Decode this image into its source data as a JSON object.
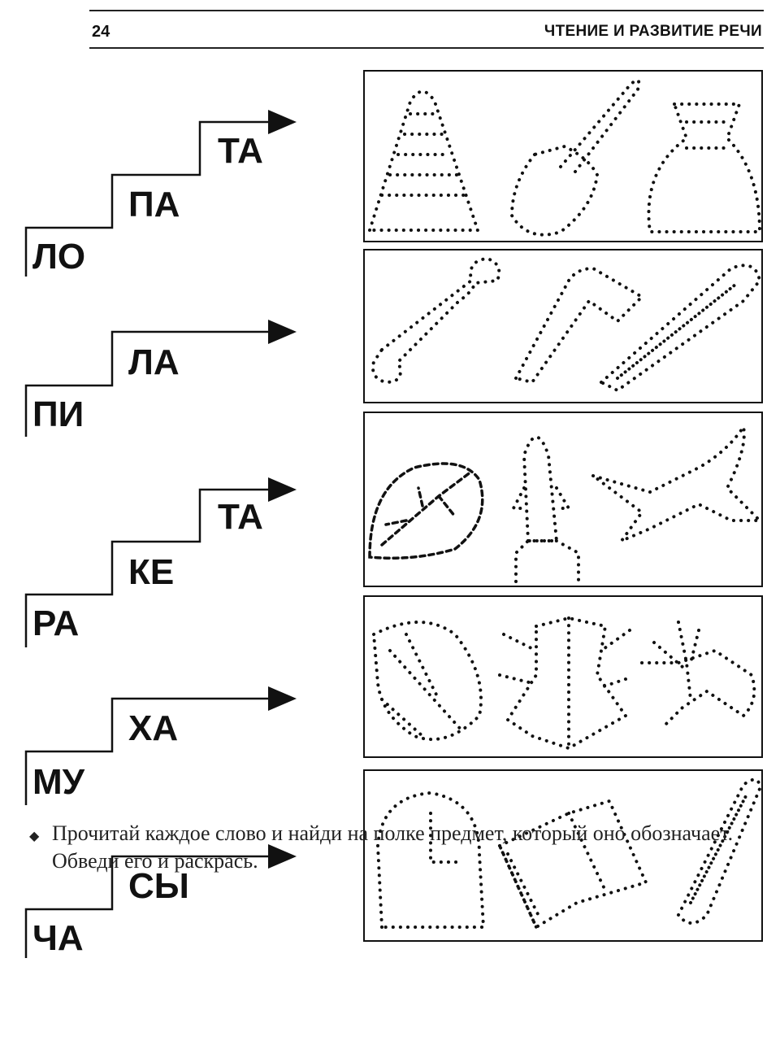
{
  "header": {
    "page_number": "24",
    "section_title": "ЧТЕНИЕ И РАЗВИТИЕ РЕЧИ"
  },
  "words": [
    {
      "syllables": [
        "ЛО",
        "ПА",
        "ТА"
      ],
      "pictures": [
        "pyramid-dotted",
        "shovel-dotted",
        "vase-dotted"
      ]
    },
    {
      "syllables": [
        "ПИ",
        "ЛА"
      ],
      "pictures": [
        "wrench-dotted",
        "axe-dotted",
        "saw-dotted"
      ]
    },
    {
      "syllables": [
        "РА",
        "КЕ",
        "ТА"
      ],
      "pictures": [
        "leaf-dotted",
        "rocket-dotted",
        "airplane-dotted"
      ]
    },
    {
      "syllables": [
        "МУ",
        "ХА"
      ],
      "pictures": [
        "fish-dotted",
        "beetle-dotted",
        "fly-dotted"
      ]
    },
    {
      "syllables": [
        "ЧА",
        "СЫ"
      ],
      "pictures": [
        "bell-dotted",
        "book-dotted",
        "pencil-dotted"
      ]
    }
  ],
  "instruction": {
    "bullet": "◆",
    "text": "Прочитай каждое слово и найди на полке предмет, который оно обозначает. Обведи его и раскрась."
  }
}
